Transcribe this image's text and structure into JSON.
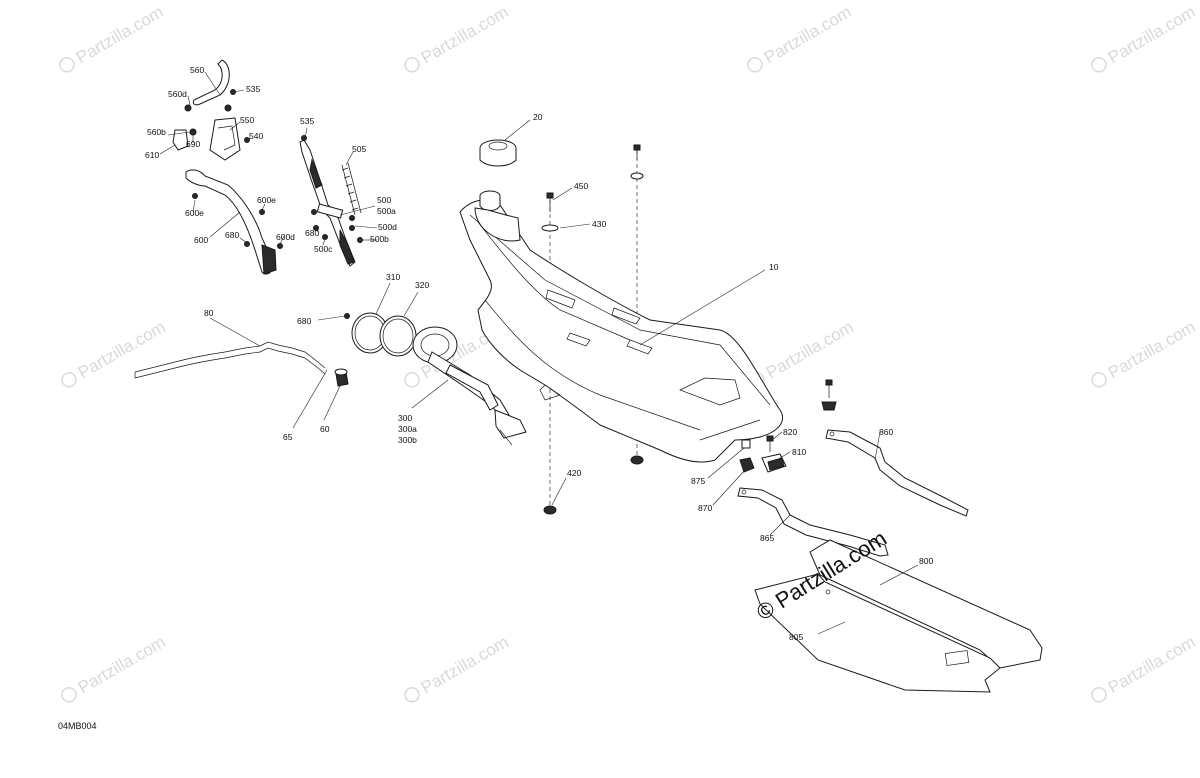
{
  "watermark_text": "Partzilla.com",
  "brand_watermark": "© Partzilla.com",
  "diagram_code": "04MB004",
  "callouts": [
    {
      "id": "c20",
      "text": "20"
    },
    {
      "id": "c450",
      "text": "450"
    },
    {
      "id": "c430",
      "text": "430"
    },
    {
      "id": "c10",
      "text": "10"
    },
    {
      "id": "c560",
      "text": "560"
    },
    {
      "id": "c535a",
      "text": "535"
    },
    {
      "id": "c560d",
      "text": "560d"
    },
    {
      "id": "c550",
      "text": "550"
    },
    {
      "id": "c540",
      "text": "540"
    },
    {
      "id": "c560b",
      "text": "560b"
    },
    {
      "id": "c690",
      "text": "690"
    },
    {
      "id": "c610",
      "text": "610"
    },
    {
      "id": "c535b",
      "text": "535"
    },
    {
      "id": "c505",
      "text": "505"
    },
    {
      "id": "c600e1",
      "text": "600e"
    },
    {
      "id": "c600e2",
      "text": "600e"
    },
    {
      "id": "c600",
      "text": "600"
    },
    {
      "id": "c680a",
      "text": "680"
    },
    {
      "id": "c600d",
      "text": "600d"
    },
    {
      "id": "c500",
      "text": "500"
    },
    {
      "id": "c500a",
      "text": "500a"
    },
    {
      "id": "c500d",
      "text": "500d"
    },
    {
      "id": "c680b",
      "text": "680"
    },
    {
      "id": "c500b",
      "text": "500b"
    },
    {
      "id": "c500c",
      "text": "500c"
    },
    {
      "id": "c310",
      "text": "310"
    },
    {
      "id": "c320",
      "text": "320"
    },
    {
      "id": "c680c",
      "text": "680"
    },
    {
      "id": "c80",
      "text": "80"
    },
    {
      "id": "c65",
      "text": "65"
    },
    {
      "id": "c60",
      "text": "60"
    },
    {
      "id": "c300",
      "text": "300"
    },
    {
      "id": "c300a",
      "text": "300a"
    },
    {
      "id": "c300b",
      "text": "300b"
    },
    {
      "id": "c420",
      "text": "420"
    },
    {
      "id": "c820",
      "text": "820"
    },
    {
      "id": "c810",
      "text": "810"
    },
    {
      "id": "c860",
      "text": "860"
    },
    {
      "id": "c875",
      "text": "875"
    },
    {
      "id": "c870",
      "text": "870"
    },
    {
      "id": "c865",
      "text": "865"
    },
    {
      "id": "c800",
      "text": "800"
    },
    {
      "id": "c805",
      "text": "805"
    }
  ]
}
